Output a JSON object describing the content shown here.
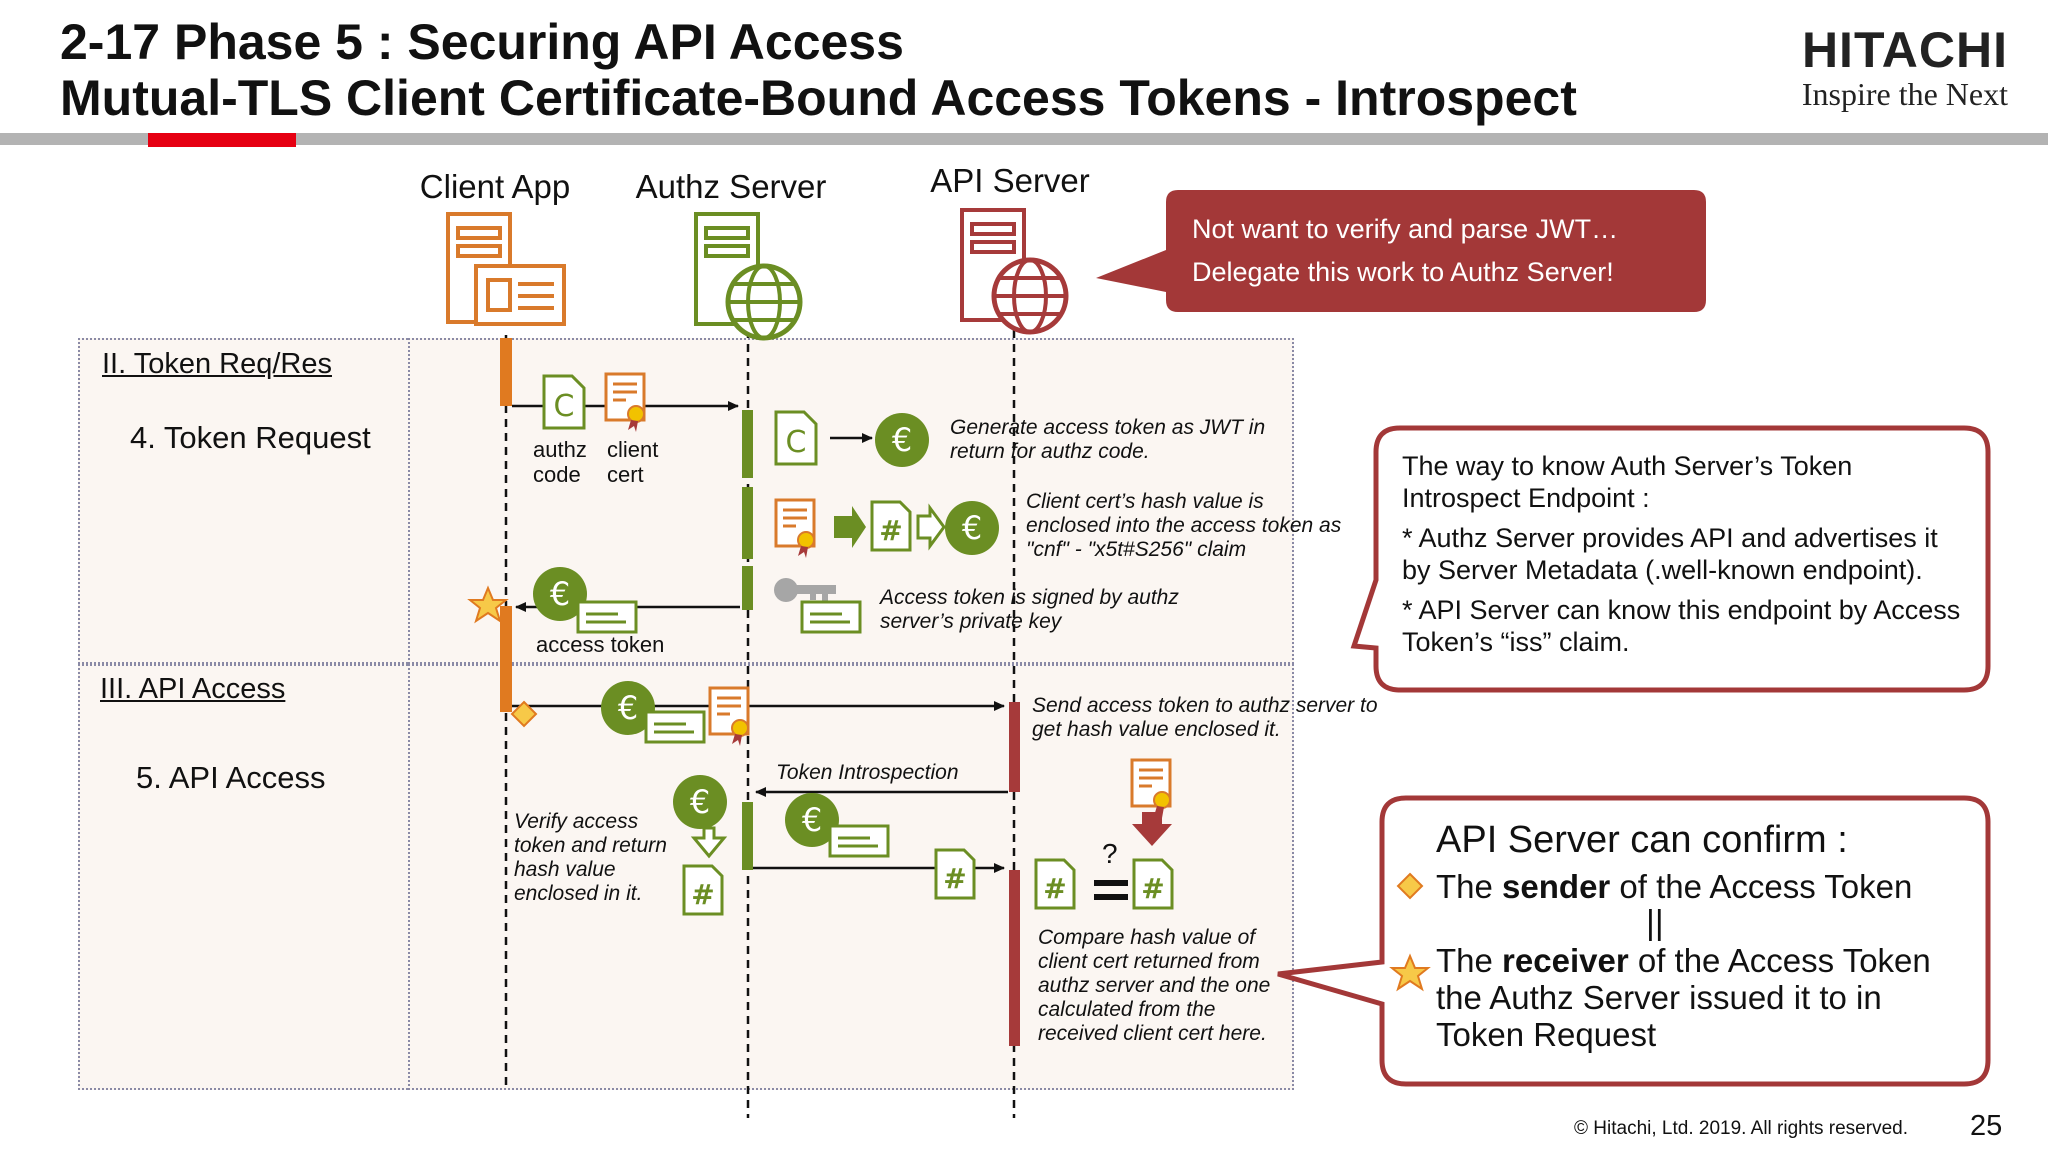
{
  "header": {
    "title_line1": "2-17 Phase 5 : Securing API Access",
    "title_line2": "Mutual-TLS Client Certificate-Bound Access Tokens - Introspect",
    "brand_name": "HITACHI",
    "brand_tagline": "Inspire the Next"
  },
  "actors": {
    "client": "Client App",
    "authz": "Authz Server",
    "api": "API Server"
  },
  "callout_red": {
    "line1": "Not want to verify and parse JWT…",
    "line2": "Delegate this work to Authz Server!"
  },
  "phases": {
    "token": {
      "label": "II. Token Req/Res",
      "step": "4. Token Request"
    },
    "api": {
      "label": "III. API Access",
      "step": "5. API Access"
    }
  },
  "labels": {
    "authz_code": "authz code",
    "client_cert": "client cert",
    "access_token": "access token",
    "token_introspection": "Token Introspection",
    "question": "?"
  },
  "notes": {
    "generate": "Generate access token as JWT in return for authz code.",
    "enclose": "Client cert’s hash value is enclosed into the access token as \"cnf\" - \"x5t#S256\" claim",
    "signed": "Access token is signed by authz server’s private key",
    "send": "Send access token to authz server to get hash value enclosed it.",
    "verify": "Verify access token and return hash value enclosed in it.",
    "compare": "Compare hash value of client cert returned from authz server and the one calculated from the received client cert here."
  },
  "info_box": {
    "line1": "The way to know Auth Server’s Token Introspect Endpoint :",
    "line2": "* Authz Server provides API and advertises it by Server Metadata (.well-known endpoint).",
    "line3": "* API Server can know this endpoint by Access Token’s “iss” claim."
  },
  "confirm_box": {
    "heading": "API Server can confirm :",
    "sender_pre": "The ",
    "sender_bold": "sender",
    "sender_post": " of the Access Token",
    "equals": "||",
    "receiver_pre": "The ",
    "receiver_bold": "receiver",
    "receiver_post": " of the Access Token the Authz Server issued it to in Token Request"
  },
  "footer": {
    "copyright": "© Hitachi, Ltd. 2019. All rights reserved.",
    "page": "25"
  },
  "colors": {
    "client": "#d97a2b",
    "authz": "#6b8e23",
    "api": "#a63a3a",
    "callout": "#a33838",
    "accent_red": "#e60012"
  },
  "icons": [
    "server-app-icon",
    "server-globe-icon",
    "document-c-icon",
    "certificate-icon",
    "euro-coin-icon",
    "document-hash-icon",
    "key-icon",
    "token-ticket-icon",
    "star-icon",
    "diamond-icon"
  ]
}
